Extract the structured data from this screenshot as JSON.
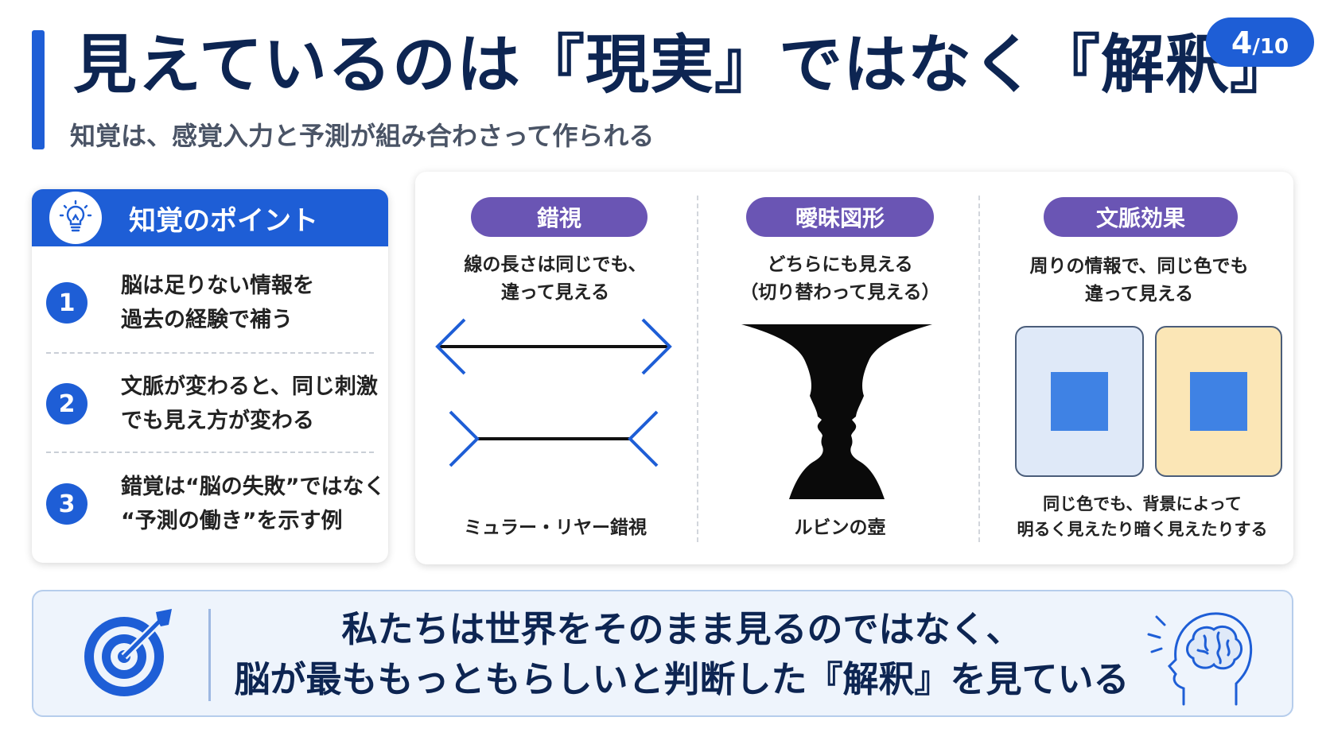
{
  "header": {
    "title": "見えているのは『現実』ではなく『解釈』",
    "subtitle": "知覚は、感覚入力と予測が組み合わさって作られる",
    "page_current": "4",
    "page_separator": "/",
    "page_total": "10"
  },
  "points": {
    "title": "知覚のポイント",
    "icon": "lightbulb-icon",
    "items": [
      {
        "num": "1",
        "line1": "脳は足りない情報を",
        "line2": "過去の経験で補う"
      },
      {
        "num": "2",
        "line1": "文脈が変わると、同じ刺激",
        "line2": "でも見え方が変わる"
      },
      {
        "num": "3",
        "line1": "錯覚は“脳の失敗”ではなく",
        "line2": "“予測の働き”を示す例"
      }
    ]
  },
  "examples": [
    {
      "label": "錯視",
      "desc_line1": "線の長さは同じでも、",
      "desc_line2": "違って見える",
      "caption": "ミュラー・リヤー錯視",
      "icon": "muller-lyer-illusion-icon"
    },
    {
      "label": "曖昧図形",
      "desc_line1": "どちらにも見える",
      "desc_line2": "（切り替わって見える）",
      "caption": "ルビンの壺",
      "icon": "rubin-vase-icon"
    },
    {
      "label": "文脈効果",
      "desc_line1": "周りの情報で、同じ色でも",
      "desc_line2": "違って見える",
      "caption_line1": "同じ色でも、背景によって",
      "caption_line2": "明るく見えたり暗く見えたりする",
      "icon": "color-context-swatch-icon"
    }
  ],
  "banner": {
    "line1": "私たちは世界をそのまま見るのではなく、",
    "line2": "脳が最ももっともらしいと判断した『解釈』を見ている",
    "left_icon": "target-arrow-icon",
    "right_icon": "head-brain-icon"
  },
  "colors": {
    "primary_blue": "#1e5ed6",
    "title_navy": "#0d2552",
    "pill_purple": "#6a55b4",
    "square_blue": "#3f82e4",
    "bg_light_blue": "#dfe9f8",
    "bg_light_yellow": "#fbe6b6"
  }
}
